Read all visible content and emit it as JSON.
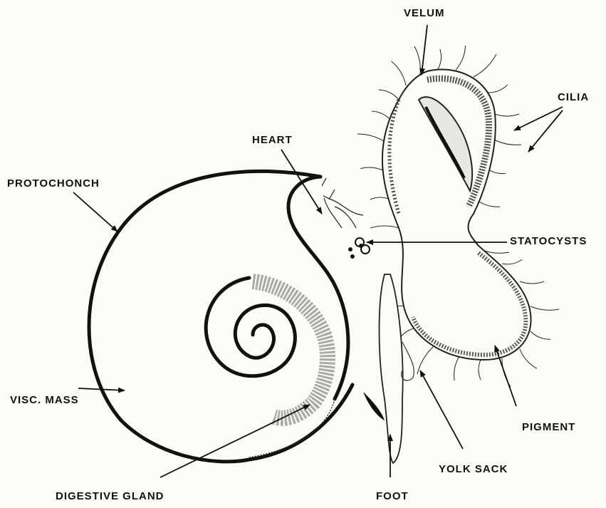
{
  "labels": {
    "velum": "VELUM",
    "cilia": "CILIA",
    "heart": "HEART",
    "protochonch": "PROTOCHONCH",
    "statocysts": "STATOCYSTS",
    "visc_mass": "VISC. MASS",
    "pigment": "PIGMENT",
    "yolk_sack": "YOLK SACK",
    "digestive_gland": "DIGESTIVE  GLAND",
    "foot": "FOOT"
  }
}
